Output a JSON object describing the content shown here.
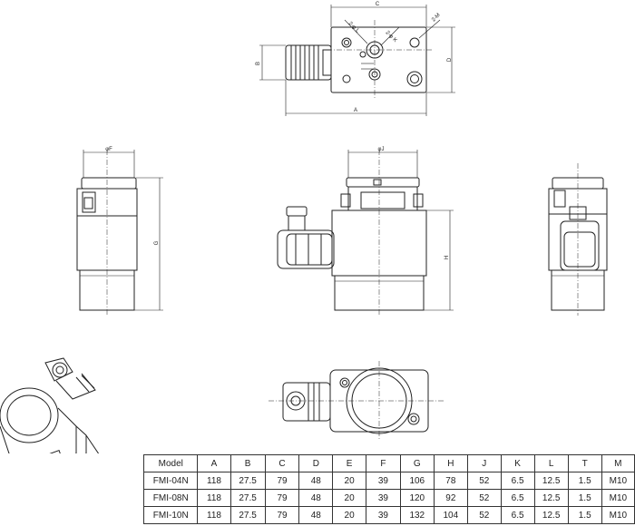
{
  "drawing": {
    "dimension_labels": {
      "top_view": [
        "C",
        "A",
        "B",
        "D",
        "2-M",
        "2-φ K",
        "2-φ L"
      ],
      "front_view": [
        "φJ",
        "H"
      ],
      "left_view": [
        "φF",
        "G"
      ]
    }
  },
  "spec_table": {
    "headers": [
      "Model",
      "A",
      "B",
      "C",
      "D",
      "E",
      "F",
      "G",
      "H",
      "J",
      "K",
      "L",
      "T",
      "M"
    ],
    "rows": [
      [
        "FMI-04N",
        "118",
        "27.5",
        "79",
        "48",
        "20",
        "39",
        "106",
        "78",
        "52",
        "6.5",
        "12.5",
        "1.5",
        "M10"
      ],
      [
        "FMI-08N",
        "118",
        "27.5",
        "79",
        "48",
        "20",
        "39",
        "120",
        "92",
        "52",
        "6.5",
        "12.5",
        "1.5",
        "M10"
      ],
      [
        "FMI-10N",
        "118",
        "27.5",
        "79",
        "48",
        "20",
        "39",
        "132",
        "104",
        "52",
        "6.5",
        "12.5",
        "1.5",
        "M10"
      ]
    ]
  }
}
